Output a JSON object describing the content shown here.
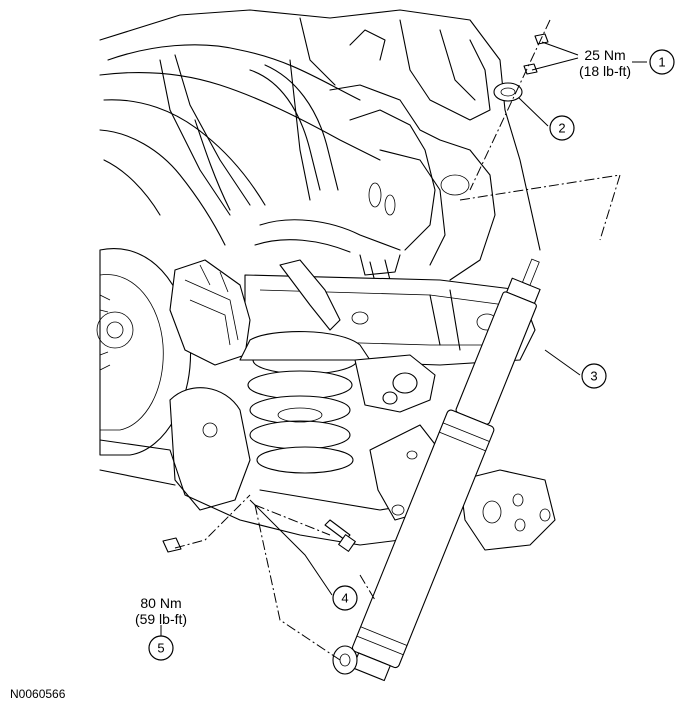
{
  "callouts": [
    {
      "number": "1"
    },
    {
      "number": "2"
    },
    {
      "number": "3"
    },
    {
      "number": "4"
    },
    {
      "number": "5"
    }
  ],
  "torque_specs": {
    "upper_nut": {
      "metric": "25 Nm",
      "imperial": "(18 lb-ft)"
    },
    "lower_bolt": {
      "metric": "80 Nm",
      "imperial": "(59 lb-ft)"
    }
  },
  "figure_code": "N0060566"
}
